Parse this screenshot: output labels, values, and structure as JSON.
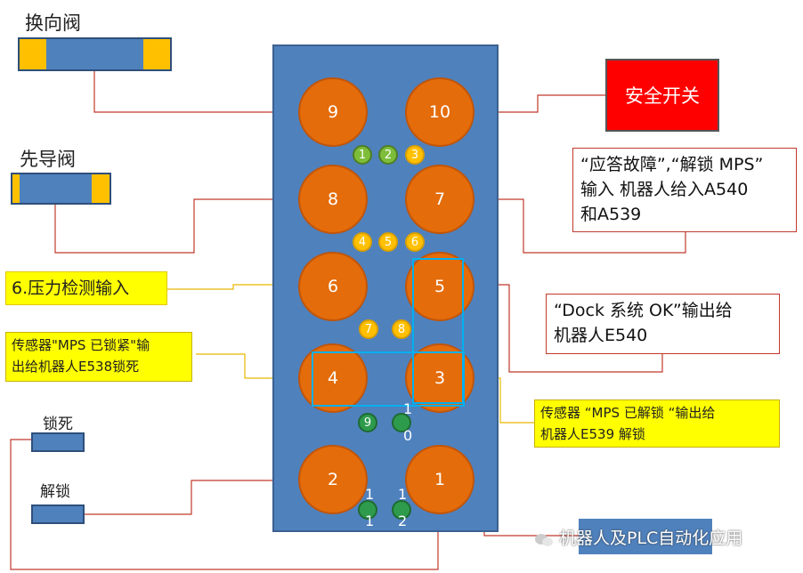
{
  "labels": {
    "reversing_valve": "换向阀",
    "pilot_valve": "先导阀",
    "lock": "锁死",
    "unlock": "解锁"
  },
  "ports": {
    "p9": "9",
    "p10": "10",
    "p8": "8",
    "p7": "7",
    "p6": "6",
    "p5": "5",
    "p4": "4",
    "p3": "3",
    "p2": "2",
    "p1": "1"
  },
  "leds": {
    "l1": "1",
    "l2": "2",
    "l3": "3",
    "l4": "4",
    "l5": "5",
    "l6": "6",
    "l7": "7",
    "l8": "8",
    "l9": "9",
    "l10_top": "1",
    "l10_bottom": "0",
    "l11_top": "1",
    "l11_bottom": "1",
    "l12_top": "1",
    "l12_bottom": "2"
  },
  "callouts": {
    "safety_switch": "安全开关",
    "fault_ack": [
      "“应答故障”,“解锁 MPS”",
      "输入 机器人给入A540",
      "和A539"
    ],
    "pressure_input": "6.压力检测输入",
    "dock_ok": [
      "“Dock 系统 OK”输出给",
      "机器人E540"
    ],
    "sensor_locked": [
      "传感器\"MPS 已锁紧\"输",
      "出给机器人E538锁死"
    ],
    "sensor_unlocked": [
      "传感器 “MPS 已解锁 “输出给",
      "机器人E539 解锁"
    ]
  },
  "watermark": "机器人及PLC自动化应用",
  "colors": {
    "panel": "#4f81bd",
    "port": "#e46c0a",
    "led_green": "#7dbd3a",
    "led_yellow": "#ffc000",
    "highlight": "#00b0f0",
    "safety": "#ff0000",
    "callout_yellow": "#ffff00",
    "wire_red": "#c0392b",
    "wire_yellow": "#e6b800"
  }
}
